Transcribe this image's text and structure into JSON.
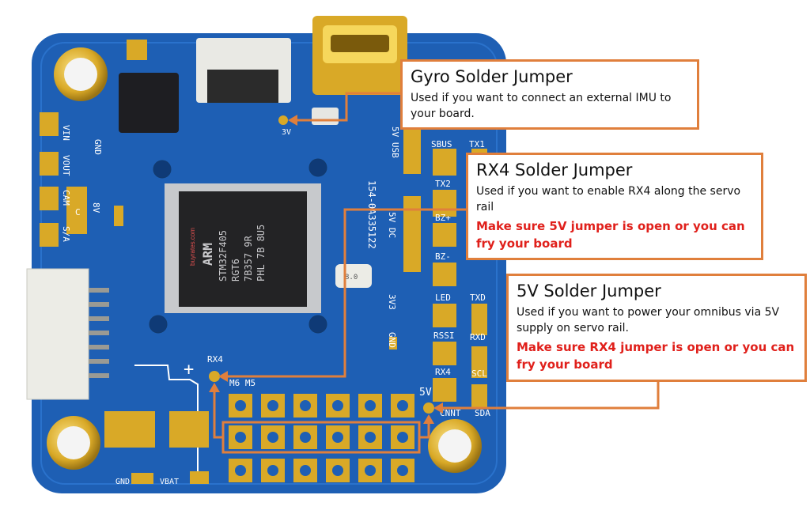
{
  "callouts": {
    "gyro": {
      "title": "Gyro Solder Jumper",
      "description": "Used if you want to connect an external IMU to your board."
    },
    "rx4": {
      "title": "RX4 Solder Jumper",
      "description": "Used if you want to enable RX4 along the servo rail",
      "warning": "Make sure 5V jumper is open or you can fry your board"
    },
    "v5": {
      "title": "5V Solder Jumper",
      "description": "Used if you want to power your omnibus via 5V supply on servo rail.",
      "warning": "Make sure RX4 jumper is open or you can fry your board"
    }
  },
  "board": {
    "chip_lines": [
      "ARM",
      "STM32F405",
      "RGT6",
      "7B357 9R",
      "PHL 7B 8U5"
    ],
    "watermark": "buyrates.com",
    "labels": {
      "vin": "VIN",
      "vout": "VOUT",
      "cam": "CAM",
      "c": "C",
      "sa": "S/A",
      "gnd_top": "GND",
      "v8": "8V",
      "lower_3v": "3V",
      "v5_usb": "5V USB",
      "sbus": "SBUS",
      "tx1": "TX1",
      "tx2": "TX2",
      "bz_plus": "BZ+",
      "bz_minus": "BZ-",
      "v5_dc": "5V DC",
      "v3v3": "3V3",
      "led": "LED",
      "txd": "TXD",
      "rssi": "RSSI",
      "rxd": "RXD",
      "rx4": "RX4",
      "scl": "SCL",
      "gnd_mid": "GND",
      "rx4_jumper": "RX4",
      "plus": "+",
      "m6m5": "M6 M5",
      "v5_jumper": "5V",
      "cnnt": "CNNT",
      "sda": "SDA",
      "gnd_bottom": "GND",
      "vbat": "VBAT",
      "serial": "154-0A335122",
      "crystal": "8.0"
    }
  },
  "colors": {
    "accent": "#e07f3c",
    "warning": "#e0201b",
    "pcb": "#1e5fb4",
    "gold": "#d9a927"
  }
}
